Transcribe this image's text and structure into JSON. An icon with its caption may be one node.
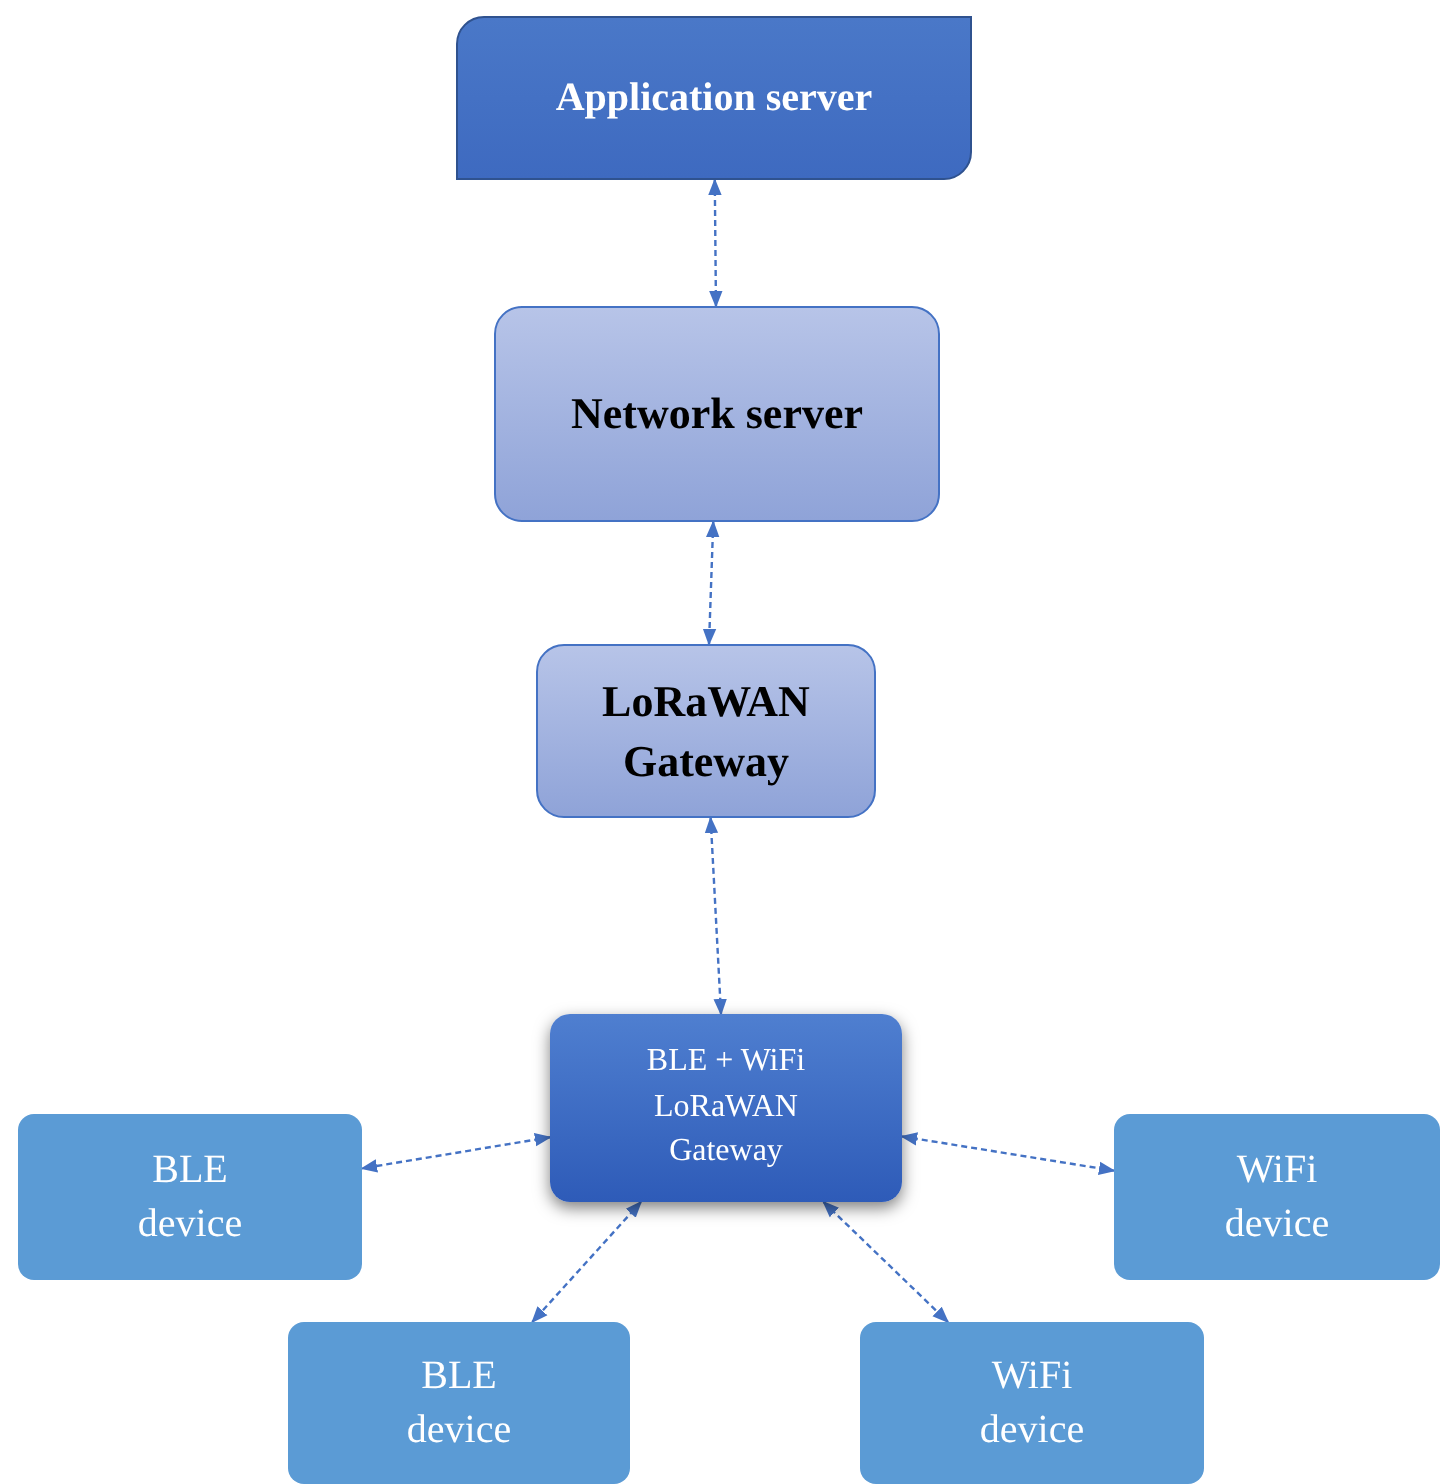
{
  "diagram": {
    "nodes": [
      {
        "text": [
          "Application server"
        ]
      },
      {
        "text": [
          "Network server"
        ]
      },
      {
        "text": [
          "LoRaWAN Gateway"
        ]
      },
      {
        "text": [
          "BLE + WiFi LoRaWAN Gateway"
        ]
      },
      {
        "text": [
          "BLE device"
        ]
      },
      {
        "text": [
          "WiFi device"
        ]
      },
      {
        "text": [
          "BLE device"
        ]
      },
      {
        "text": [
          "WiFi device"
        ]
      }
    ],
    "edges": [
      {
        "from": 0,
        "to": 1,
        "arrow": "both",
        "style": "dashed"
      },
      {
        "from": 1,
        "to": 2,
        "arrow": "both",
        "style": "dashed"
      },
      {
        "from": 2,
        "to": 3,
        "arrow": "both",
        "style": "dashed"
      },
      {
        "from": 3,
        "to": 4,
        "arrow": "both",
        "style": "dashed"
      },
      {
        "from": 3,
        "to": 5,
        "arrow": "both",
        "style": "dashed"
      },
      {
        "from": 3,
        "to": 6,
        "arrow": "both",
        "style": "dashed"
      },
      {
        "from": 3,
        "to": 7,
        "arrow": "both",
        "style": "dashed"
      }
    ]
  }
}
